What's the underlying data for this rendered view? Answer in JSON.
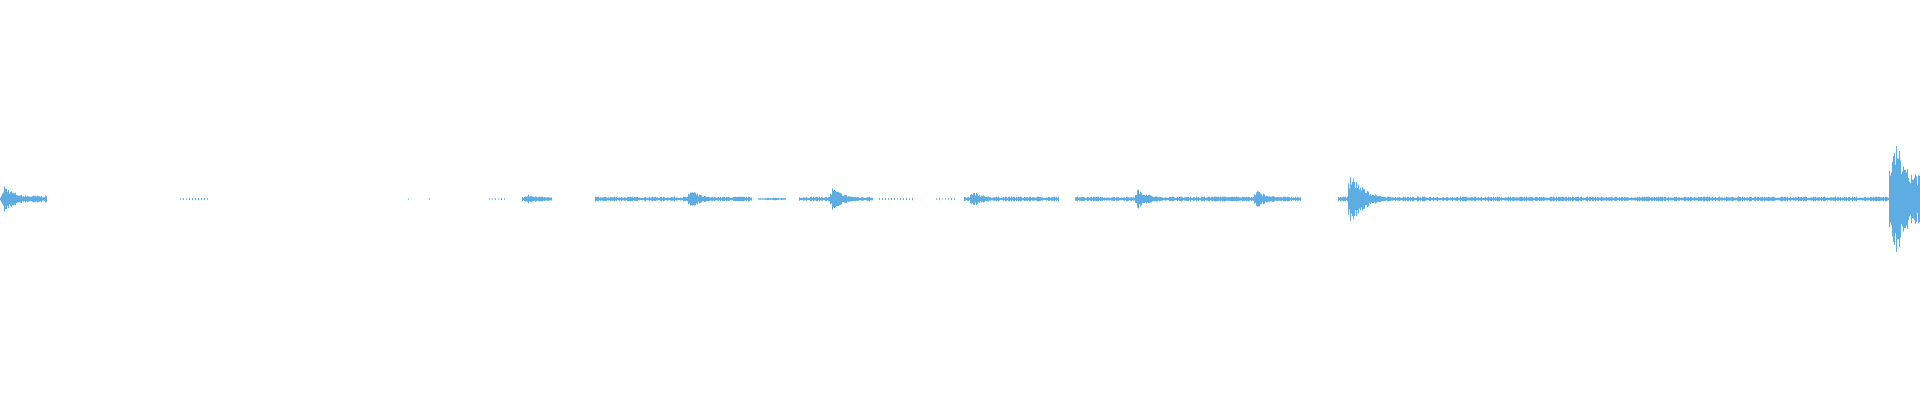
{
  "waveform": {
    "color": "#5dade2",
    "segments": [
      {
        "start": 0.0,
        "end": 0.024,
        "amplitude": 0.03,
        "peak_at": 0.002,
        "peak": 0.12
      },
      {
        "start": 0.093,
        "end": 0.108,
        "amplitude": 0.01,
        "dotted": true
      },
      {
        "start": 0.212,
        "end": 0.213,
        "amplitude": 0.01,
        "dotted": true
      },
      {
        "start": 0.223,
        "end": 0.224,
        "amplitude": 0.01,
        "dotted": true
      },
      {
        "start": 0.254,
        "end": 0.263,
        "amplitude": 0.01,
        "dotted": true
      },
      {
        "start": 0.272,
        "end": 0.287,
        "amplitude": 0.02,
        "peak_at": 0.274,
        "peak": 0.05
      },
      {
        "start": 0.31,
        "end": 0.391,
        "amplitude": 0.02,
        "peak_at": 0.359,
        "peak": 0.08
      },
      {
        "start": 0.395,
        "end": 0.409,
        "amplitude": 0.01
      },
      {
        "start": 0.416,
        "end": 0.454,
        "amplitude": 0.02,
        "peak_at": 0.433,
        "peak": 0.1
      },
      {
        "start": 0.458,
        "end": 0.475,
        "amplitude": 0.01,
        "dotted": true
      },
      {
        "start": 0.487,
        "end": 0.497,
        "amplitude": 0.01,
        "dotted": true
      },
      {
        "start": 0.502,
        "end": 0.551,
        "amplitude": 0.02,
        "peak_at": 0.506,
        "peak": 0.07
      },
      {
        "start": 0.56,
        "end": 0.67,
        "amplitude": 0.02,
        "peak_at": 0.592,
        "peak": 0.09
      },
      {
        "start": 0.631,
        "end": 0.677,
        "amplitude": 0.02,
        "peak_at": 0.654,
        "peak": 0.08
      },
      {
        "start": 0.697,
        "end": 0.984,
        "amplitude": 0.02,
        "peak_at": 0.703,
        "peak": 0.24
      },
      {
        "start": 0.984,
        "end": 1.0,
        "amplitude": 0.25,
        "peak_at": 0.986,
        "peak": 0.62
      }
    ]
  }
}
